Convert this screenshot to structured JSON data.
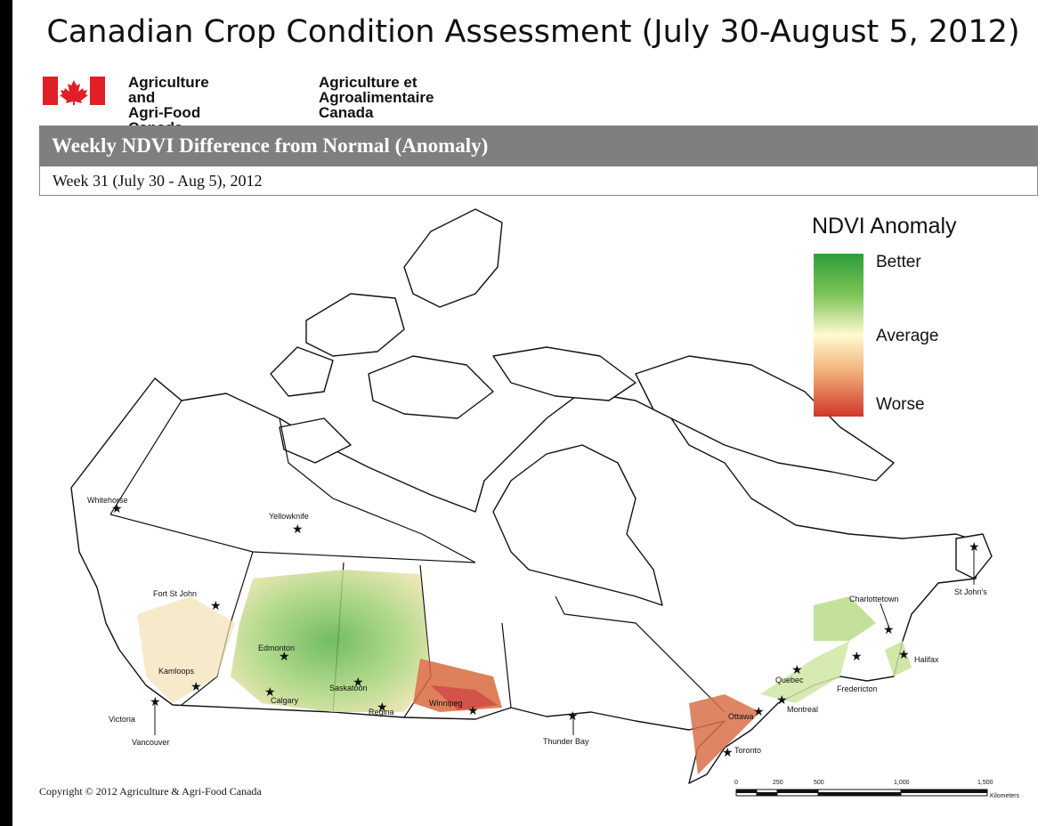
{
  "slide_title": "Canadian Crop Condition Assessment (July 30-August 5, 2012)",
  "agency": {
    "english_line1": "Agriculture and",
    "english_line2": "Agri-Food Canada",
    "french_line1": "Agriculture et",
    "french_line2": "Agroalimentaire Canada"
  },
  "map_header": "Weekly NDVI Difference from Normal (Anomaly)",
  "week_label": "Week 31 (July 30 - Aug 5), 2012",
  "legend": {
    "title": "NDVI Anomaly",
    "better": "Better",
    "average": "Average",
    "worse": "Worse",
    "colors": {
      "better": "#2e9e3a",
      "average": "#fffbd0",
      "worse": "#d0362a"
    }
  },
  "cities": {
    "whitehorse": "Whitehorse",
    "yellowknife": "Yellowknife",
    "fort_st_john": "Fort St John",
    "edmonton": "Edmonton",
    "kamloops": "Kamloops",
    "calgary": "Calgary",
    "saskatoon": "Saskatoon",
    "regina": "Regina",
    "winnipeg": "Winnipeg",
    "victoria": "Victoria",
    "vancouver": "Vancouver",
    "thunder_bay": "Thunder Bay",
    "toronto": "Toronto",
    "ottawa": "Ottawa",
    "montreal": "Montreal",
    "quebec": "Quebec",
    "fredericton": "Fredericton",
    "halifax": "Halifax",
    "charlottetown": "Charlottetown",
    "st_johns": "St John's"
  },
  "scale": {
    "ticks": [
      "0",
      "250",
      "500",
      "1,000",
      "1,500"
    ],
    "unit": "Kilometers"
  },
  "copyright": "Copyright © 2012 Agriculture & Agri-Food Canada"
}
